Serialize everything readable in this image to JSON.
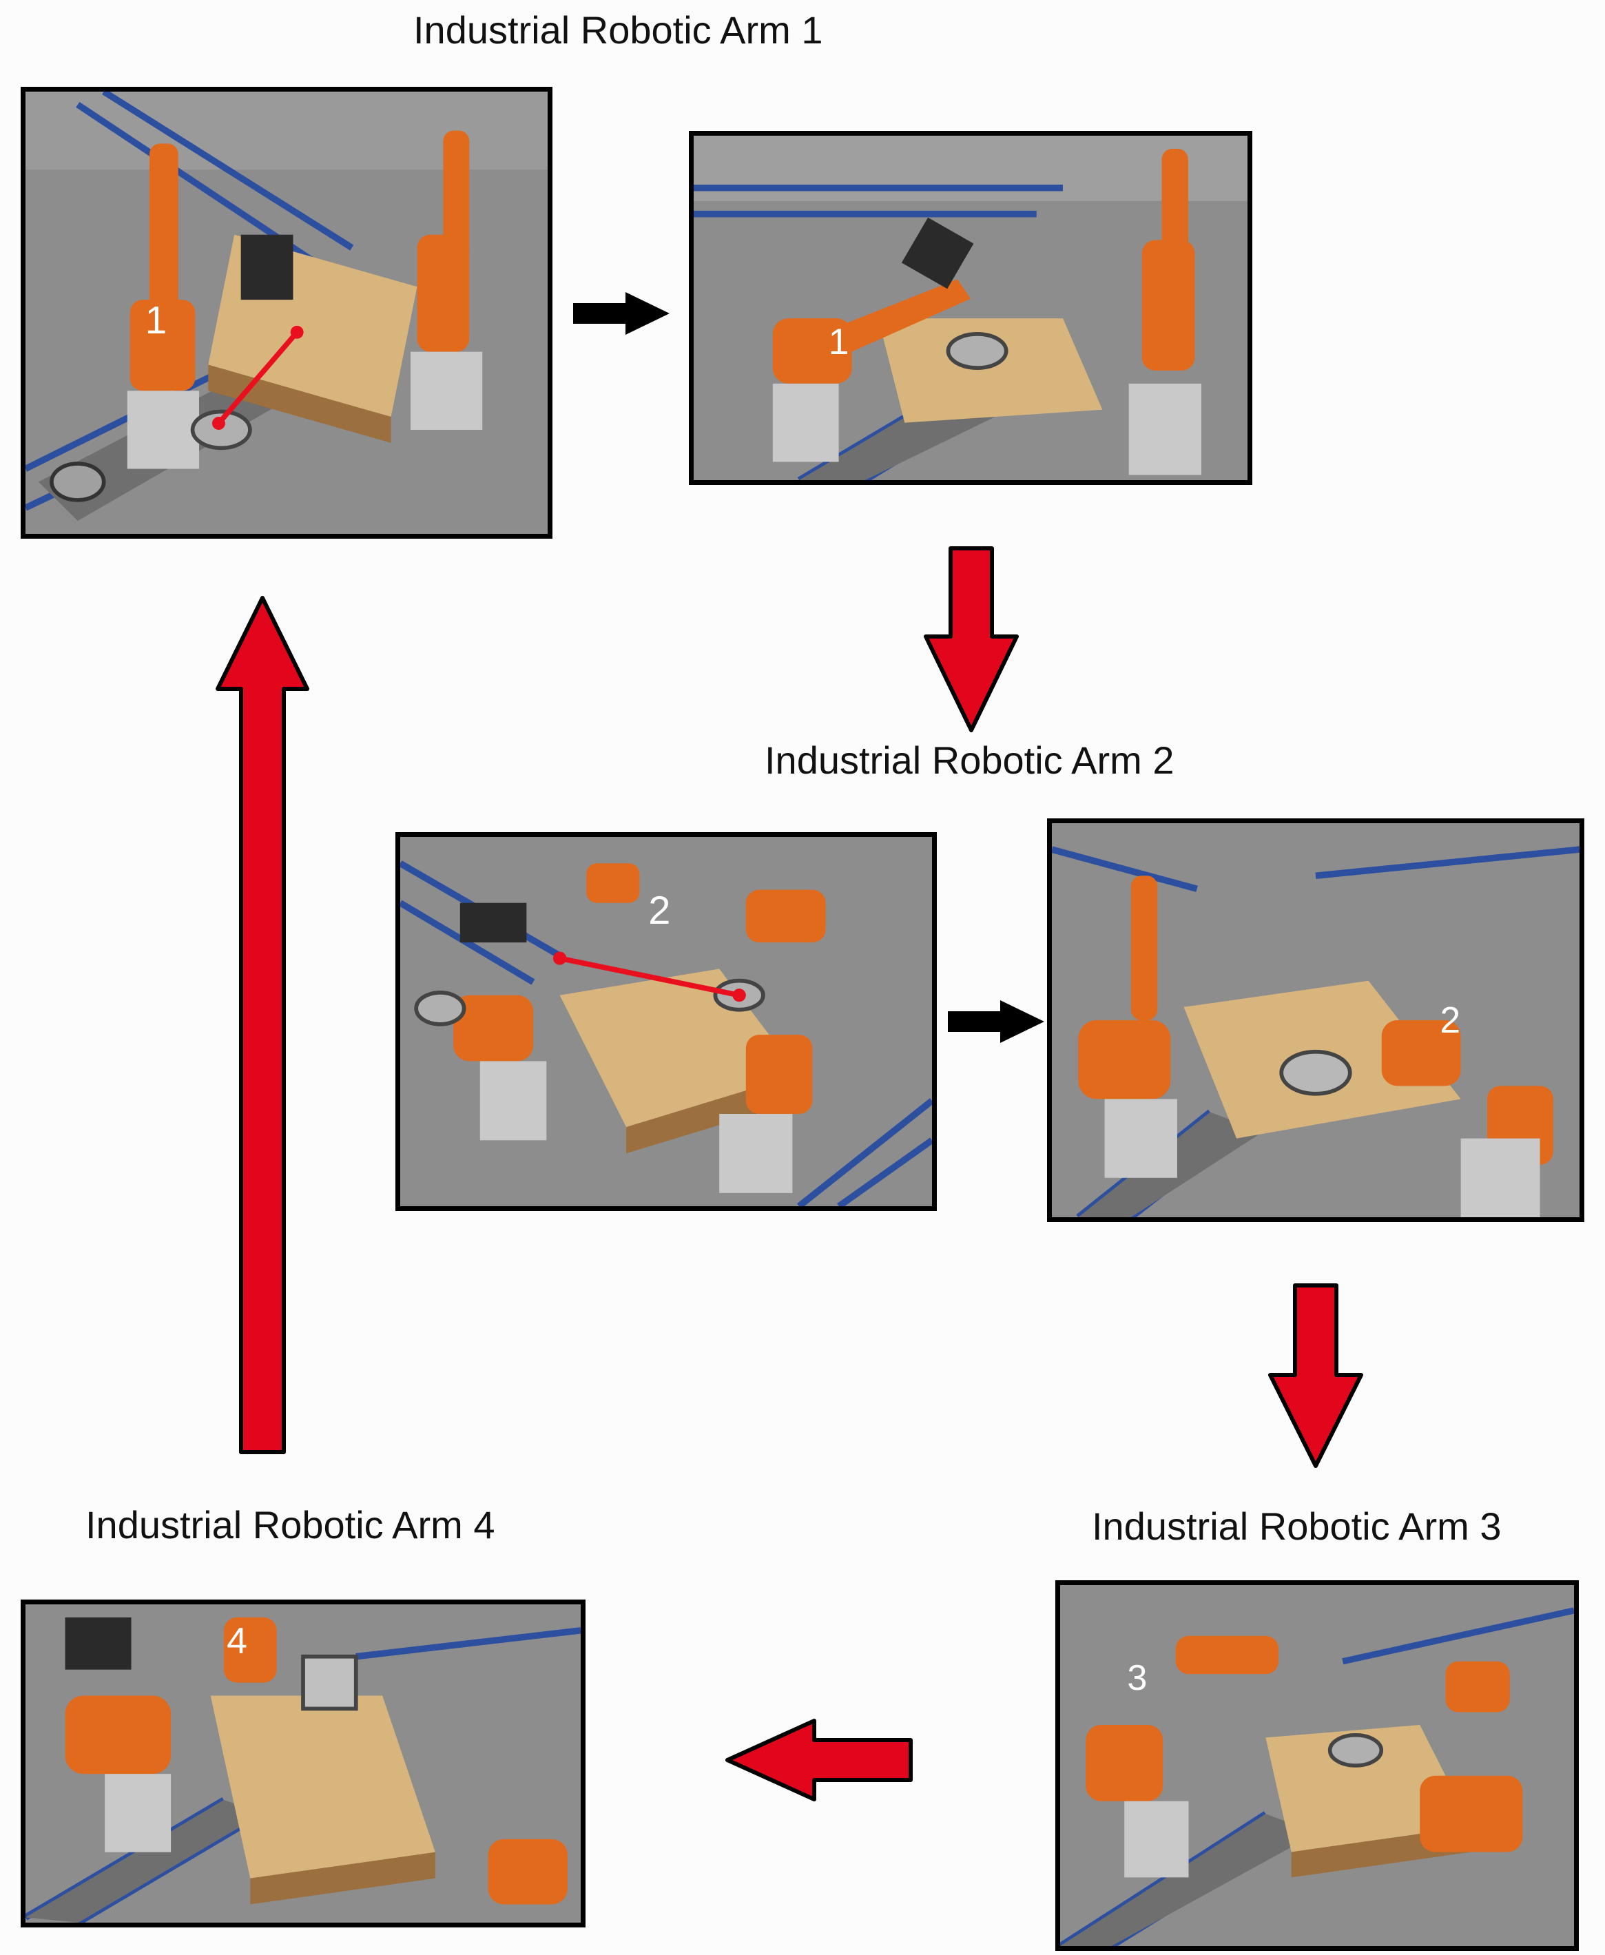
{
  "stages": [
    {
      "id": "arm1",
      "title": "Industrial Robotic Arm 1",
      "marker": "1"
    },
    {
      "id": "arm2",
      "title": "Industrial Robotic Arm 2",
      "marker": "2"
    },
    {
      "id": "arm3",
      "title": "Industrial Robotic Arm 3",
      "marker": "3"
    },
    {
      "id": "arm4",
      "title": "Industrial Robotic Arm 4",
      "marker": "4"
    }
  ],
  "colors": {
    "flow_arrow": "#e3051c",
    "step_arrow": "#000000",
    "robot_orange": "#e26a1c",
    "pallet": "#d8b57d",
    "conveyor_frame": "#2c4fa0",
    "floor": "#8c8c8c",
    "path_line": "#e8101e"
  }
}
